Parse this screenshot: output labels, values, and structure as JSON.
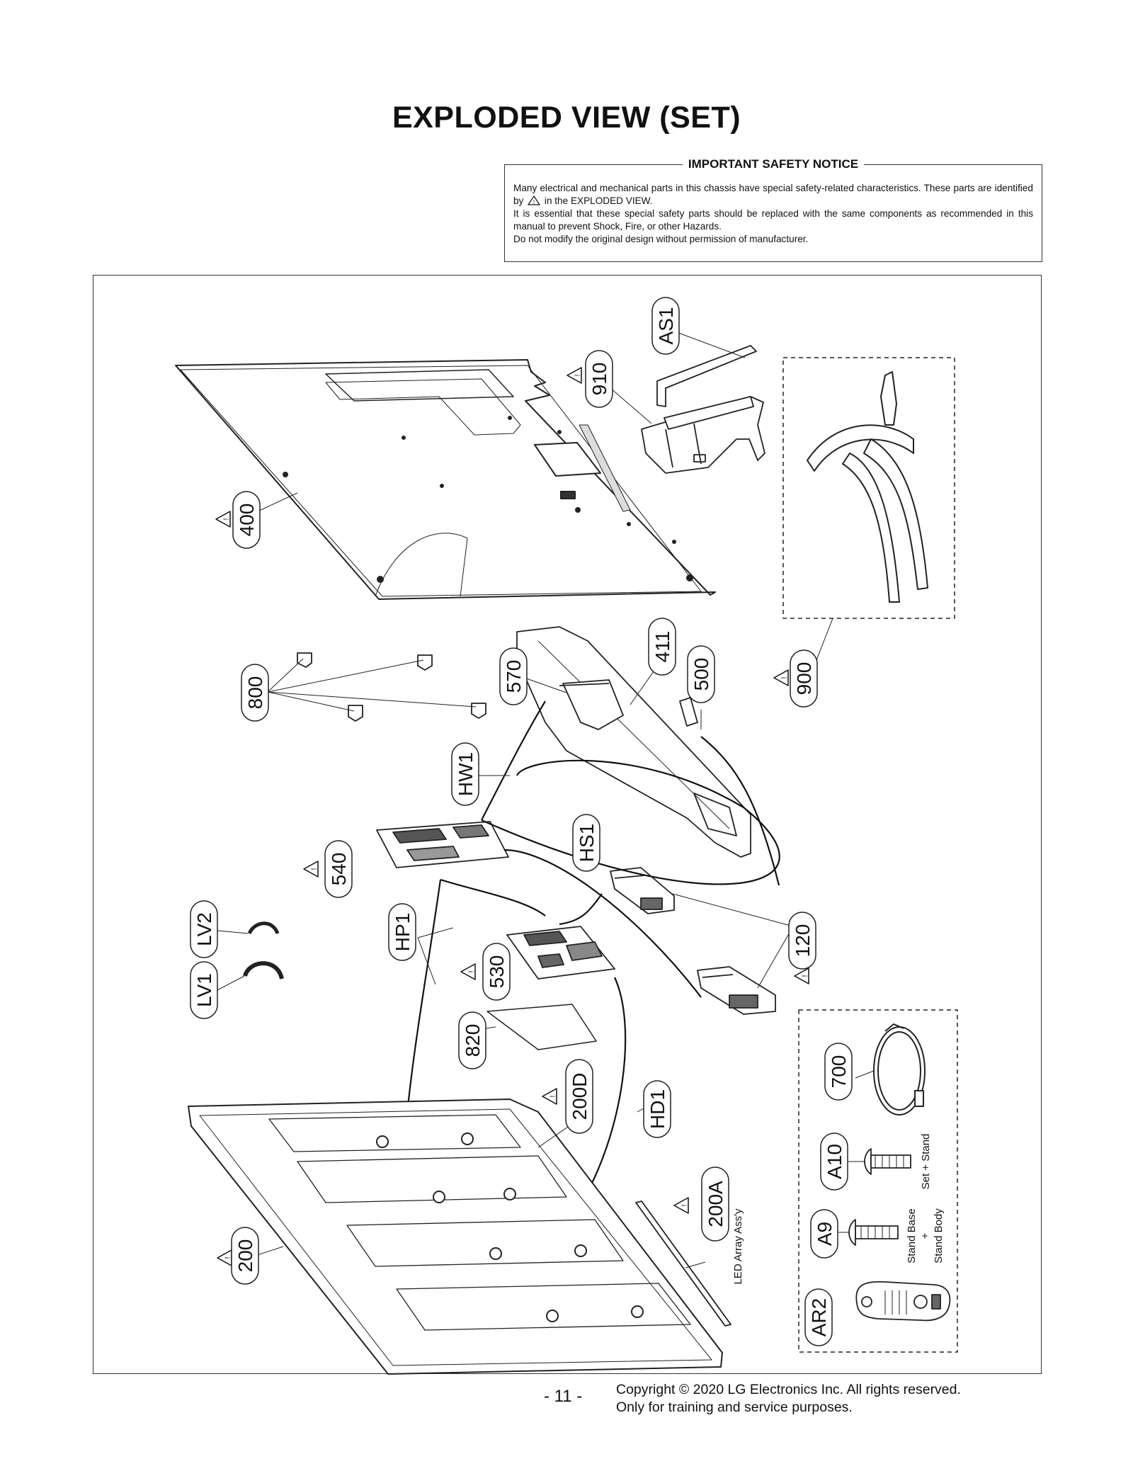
{
  "title": "EXPLODED VIEW (SET)",
  "notice": {
    "heading": "IMPORTANT SAFETY NOTICE",
    "line1": "Many electrical and mechanical parts in this chassis have special safety-related characteristics. These parts are identified by",
    "line1b": "in the EXPLODED VIEW.",
    "line2": "It is essential that these special safety parts should be replaced with the same components as recommended in this manual to prevent Shock, Fire, or other Hazards.",
    "line3": "Do not modify the original design without permission of manufacturer."
  },
  "labels": {
    "AS1": "AS1",
    "p910": "910",
    "p400": "400",
    "p900": "900",
    "p800": "800",
    "p570": "570",
    "p411": "411",
    "p500": "500",
    "HW1": "HW1",
    "p540": "540",
    "HS1": "HS1",
    "LV2": "LV2",
    "LV1": "LV1",
    "HP1": "HP1",
    "p530": "530",
    "p120": "120",
    "p820": "820",
    "p700": "700",
    "p200D": "200D",
    "HD1": "HD1",
    "A10": "A10",
    "p200A": "200A",
    "A9": "A9",
    "p200": "200",
    "AR2": "AR2"
  },
  "annotations": {
    "led_array": "LED Array Ass'y",
    "set_stand": "Set + Stand",
    "stand_base": "Stand Base",
    "plus": "+",
    "stand_body": "Stand Body"
  },
  "footer": {
    "page": "- 11 -",
    "copyright": "Copyright © 2020 LG Electronics Inc. All rights reserved.",
    "usage": "Only for training and service purposes."
  }
}
